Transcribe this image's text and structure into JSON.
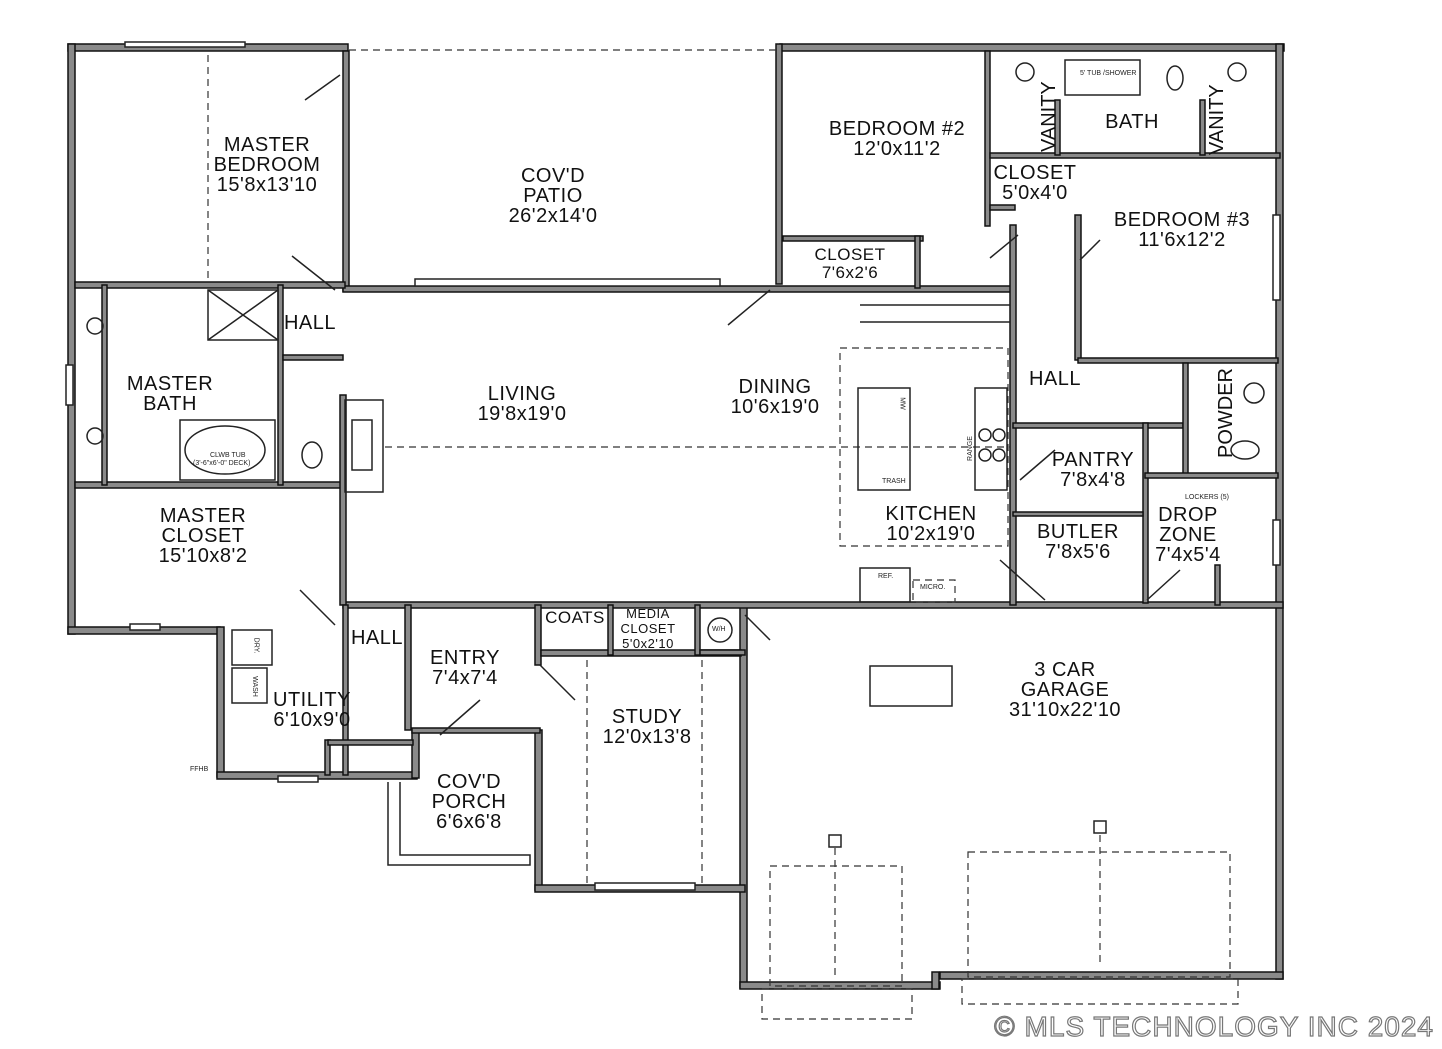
{
  "plan": {
    "rooms": [
      {
        "name": "MASTER BEDROOM",
        "line1": "MASTER",
        "line2": "BEDROOM",
        "dims": "15'8x13'10"
      },
      {
        "name": "COV'D PATIO",
        "line1": "COV'D",
        "line2": "PATIO",
        "dims": "26'2x14'0"
      },
      {
        "name": "BEDROOM #2",
        "line1": "BEDROOM #2",
        "dims": "12'0x11'2"
      },
      {
        "name": "BATH",
        "line1": "BATH"
      },
      {
        "name": "CLOSET",
        "line1": "CLOSET",
        "dims": "5'0x4'0"
      },
      {
        "name": "BEDROOM #3",
        "line1": "BEDROOM #3",
        "dims": "11'6x12'2"
      },
      {
        "name": "CLOSET",
        "line1": "CLOSET",
        "dims": "7'6x2'6"
      },
      {
        "name": "HALL",
        "line1": "HALL"
      },
      {
        "name": "MASTER BATH",
        "line1": "MASTER",
        "line2": "BATH"
      },
      {
        "name": "LIVING",
        "line1": "LIVING",
        "dims": "19'8x19'0"
      },
      {
        "name": "DINING",
        "line1": "DINING",
        "dims": "10'6x19'0"
      },
      {
        "name": "HALL",
        "line1": "HALL"
      },
      {
        "name": "PANTRY",
        "line1": "PANTRY",
        "dims": "7'8x4'8"
      },
      {
        "name": "KITCHEN",
        "line1": "KITCHEN",
        "dims": "10'2x19'0"
      },
      {
        "name": "BUTLER",
        "line1": "BUTLER",
        "dims": "7'8x5'6"
      },
      {
        "name": "DROP ZONE",
        "line1": "DROP",
        "line2": "ZONE",
        "dims": "7'4x5'4"
      },
      {
        "name": "MASTER CLOSET",
        "line1": "MASTER",
        "line2": "CLOSET",
        "dims": "15'10x8'2"
      },
      {
        "name": "HALL",
        "line1": "HALL"
      },
      {
        "name": "COATS",
        "line1": "COATS"
      },
      {
        "name": "MEDIA CLOSET",
        "line1": "MEDIA",
        "line2": "CLOSET",
        "dims": "5'0x2'10"
      },
      {
        "name": "ENTRY",
        "line1": "ENTRY",
        "dims": "7'4x7'4"
      },
      {
        "name": "UTILITY",
        "line1": "UTILITY",
        "dims": "6'10x9'0"
      },
      {
        "name": "STUDY",
        "line1": "STUDY",
        "dims": "12'0x13'8"
      },
      {
        "name": "3 CAR GARAGE",
        "line1": "3 CAR",
        "line2": "GARAGE",
        "dims": "31'10x22'10"
      },
      {
        "name": "COV'D PORCH",
        "line1": "COV'D",
        "line2": "PORCH",
        "dims": "6'6x6'8"
      }
    ],
    "vertical_labels": {
      "vanity": "VANITY",
      "powder": "POWDER"
    },
    "fixtures": {
      "tub_shower": "5' TUB /SHOWER",
      "tub": "CLWB TUB",
      "tub_note": "(3'-6\"x6'-0\" DECK)",
      "mw": "MW",
      "trash": "TRASH",
      "range": "RANGE",
      "ref": "REF.",
      "micro": "MICRO.",
      "lockers": "LOCKERS (5)",
      "dry": "DRY.",
      "wash": "WASH",
      "wh": "W/H",
      "ffhb": "FFHB"
    }
  },
  "watermark": "© MLS TECHNOLOGY INC 2024"
}
